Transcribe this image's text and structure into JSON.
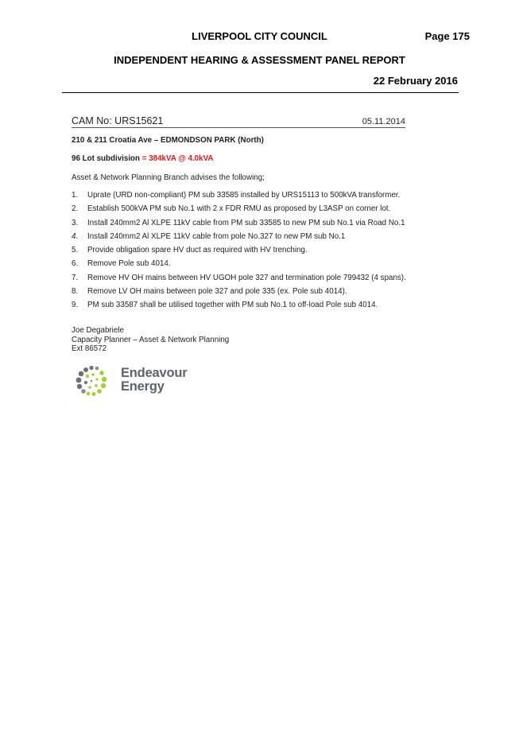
{
  "header": {
    "council": "LIVERPOOL CITY COUNCIL",
    "page": "Page 175",
    "report_title": "INDEPENDENT HEARING & ASSESSMENT PANEL REPORT",
    "date": "22 February 2016"
  },
  "letter": {
    "cam_no": "CAM No: URS15621",
    "cam_date": "05.11.2014",
    "address": "210 & 211 Croatia Ave – EDMONDSON PARK (North)",
    "subdivision_label": "96 Lot subdivision",
    "subdivision_load": "= 384kVA @ 4.0kVA",
    "intro": "Asset & Network Planning Branch advises the following;",
    "items": [
      {
        "num": "1.",
        "text": "Uprate (URD non-compliant) PM sub 33585 installed by URS15113 to 500kVA transformer."
      },
      {
        "num": "2.",
        "text": "Establish 500kVA PM sub No.1 with 2 x FDR RMU as proposed by L3ASP on corner lot."
      },
      {
        "num": "3.",
        "text": "Install 240mm2 Al XLPE 11kV cable from PM sub 33585 to new PM sub No.1 via Road No.1"
      },
      {
        "num": "4.",
        "text": "Install 240mm2 Al XLPE 11kV cable from pole No.327 to new PM sub No.1"
      },
      {
        "num": "5.",
        "text": "Provide obligation spare HV duct as required with HV trenching."
      },
      {
        "num": "6.",
        "text": "Remove Pole sub 4014."
      },
      {
        "num": "7.",
        "text": "Remove HV OH mains between HV UGOH pole 327 and termination pole 799432 (4 spans)."
      },
      {
        "num": "8.",
        "text": "Remove LV OH mains between pole 327 and pole 335 (ex. Pole sub 4014)."
      },
      {
        "num": "9.",
        "text": "PM sub 33587 shall be utilised together with PM sub No.1 to off-load Pole sub 4014."
      }
    ],
    "signature": {
      "name": "Joe Degabriele",
      "title": "Capacity Planner – Asset & Network Planning",
      "ext": "Ext 86572"
    },
    "logo": {
      "line1": "Endeavour",
      "line2": "Energy",
      "colors": {
        "grey": "#6d7175",
        "green": "#a6ce39"
      }
    }
  }
}
